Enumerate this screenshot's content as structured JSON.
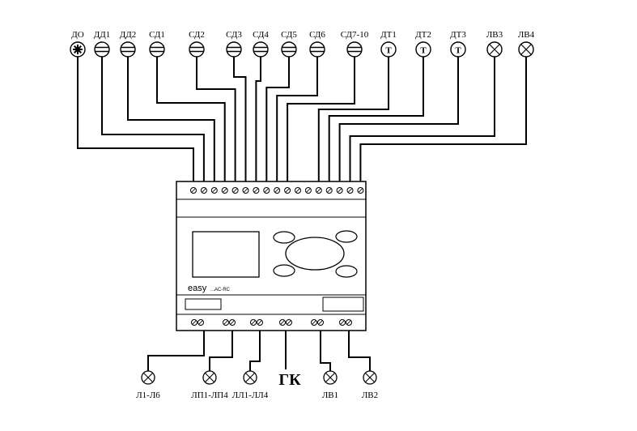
{
  "diagram": {
    "top_elements": [
      {
        "label": "ДО",
        "symbol": "star"
      },
      {
        "label": "ДД1",
        "symbol": "double-bar"
      },
      {
        "label": "ДД2",
        "symbol": "double-bar"
      },
      {
        "label": "СД1",
        "symbol": "double-bar"
      },
      {
        "label": "СД2",
        "symbol": "double-bar"
      },
      {
        "label": "СД3",
        "symbol": "double-bar"
      },
      {
        "label": "СД4",
        "symbol": "double-bar"
      },
      {
        "label": "СД5",
        "symbol": "double-bar"
      },
      {
        "label": "СД6",
        "symbol": "double-bar"
      },
      {
        "label": "СД7-10",
        "symbol": "double-bar"
      },
      {
        "label": "ДТ1",
        "symbol": "T"
      },
      {
        "label": "ДТ2",
        "symbol": "T"
      },
      {
        "label": "ДТ3",
        "symbol": "T"
      },
      {
        "label": "ЛВ3",
        "symbol": "cross"
      },
      {
        "label": "ЛВ4",
        "symbol": "cross"
      }
    ],
    "bottom_elements": [
      {
        "label": "Л1-Л6",
        "symbol": "cross"
      },
      {
        "label": "ЛП1-ЛП4",
        "symbol": "cross"
      },
      {
        "label": "ЛЛ1-ЛЛ4",
        "symbol": "cross"
      },
      {
        "label": "ГК",
        "symbol": "none"
      },
      {
        "label": "ЛВ1",
        "symbol": "cross"
      },
      {
        "label": "ЛВ2",
        "symbol": "cross"
      }
    ],
    "t_symbol_text": "T",
    "controller": {
      "brand": "easy",
      "model": "...AC-RC"
    }
  }
}
